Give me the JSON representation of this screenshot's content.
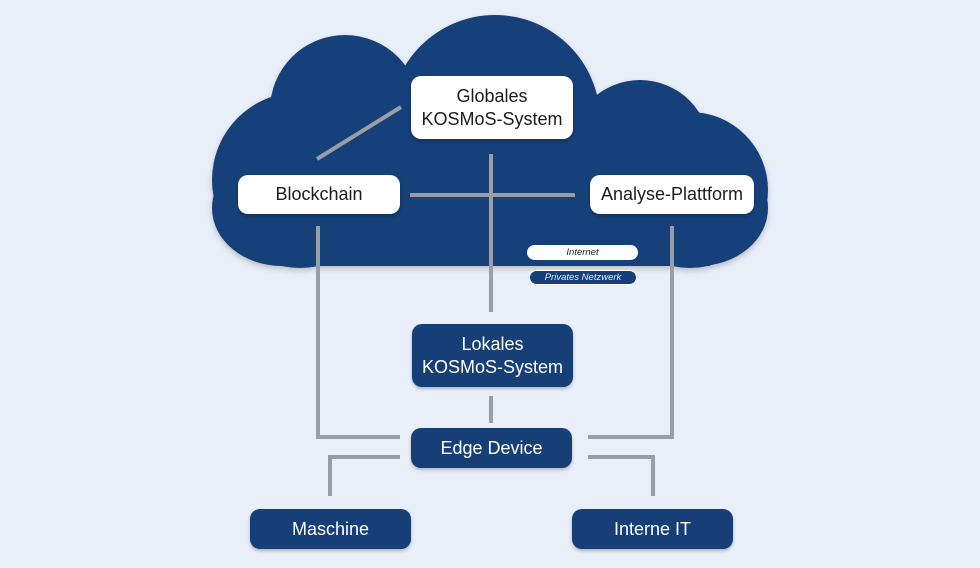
{
  "colors": {
    "background": "#e9eff9",
    "cloud": "#173f79",
    "node_dark": "#163f78",
    "node_light": "#ffffff",
    "connector": "#999ea6"
  },
  "cloud_nodes": {
    "global": "Globales\nKOSMoS-System",
    "blockchain": "Blockchain",
    "analytics": "Analyse-Plattform"
  },
  "legend": {
    "internet": "Internet",
    "private_network": "Privates Netzwerk"
  },
  "local_nodes": {
    "local_system": "Lokales\nKOSMoS-System",
    "edge_device": "Edge Device",
    "machine": "Maschine",
    "internal_it": "Interne IT"
  }
}
